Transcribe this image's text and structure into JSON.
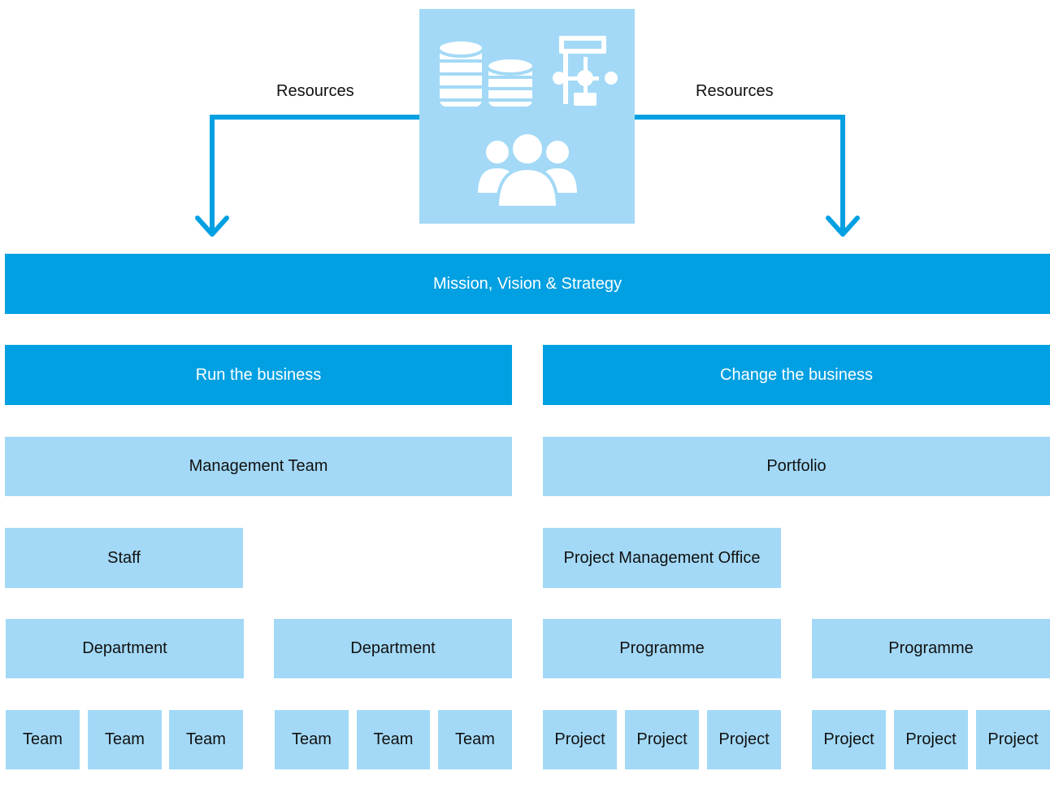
{
  "colors": {
    "dark_blue": "#00a0e2",
    "light_blue": "#a3d9f6",
    "icon": "#ffffff",
    "connector": "#00a0e2"
  },
  "resources": {
    "left_label": "Resources",
    "right_label": "Resources",
    "icons": [
      "database-coins-icon",
      "flowchart-icon",
      "people-group-icon"
    ]
  },
  "mission": "Mission, Vision & Strategy",
  "run": {
    "title": "Run the business",
    "management": "Management Team",
    "staff": "Staff",
    "departments": [
      {
        "label": "Department",
        "teams": [
          "Team",
          "Team",
          "Team"
        ]
      },
      {
        "label": "Department",
        "teams": [
          "Team",
          "Team",
          "Team"
        ]
      }
    ]
  },
  "change": {
    "title": "Change the business",
    "portfolio": "Portfolio",
    "pmo": "Project Management Office",
    "programmes": [
      {
        "label": "Programme",
        "projects": [
          "Project",
          "Project",
          "Project"
        ]
      },
      {
        "label": "Programme",
        "projects": [
          "Project",
          "Project",
          "Project"
        ]
      }
    ]
  }
}
